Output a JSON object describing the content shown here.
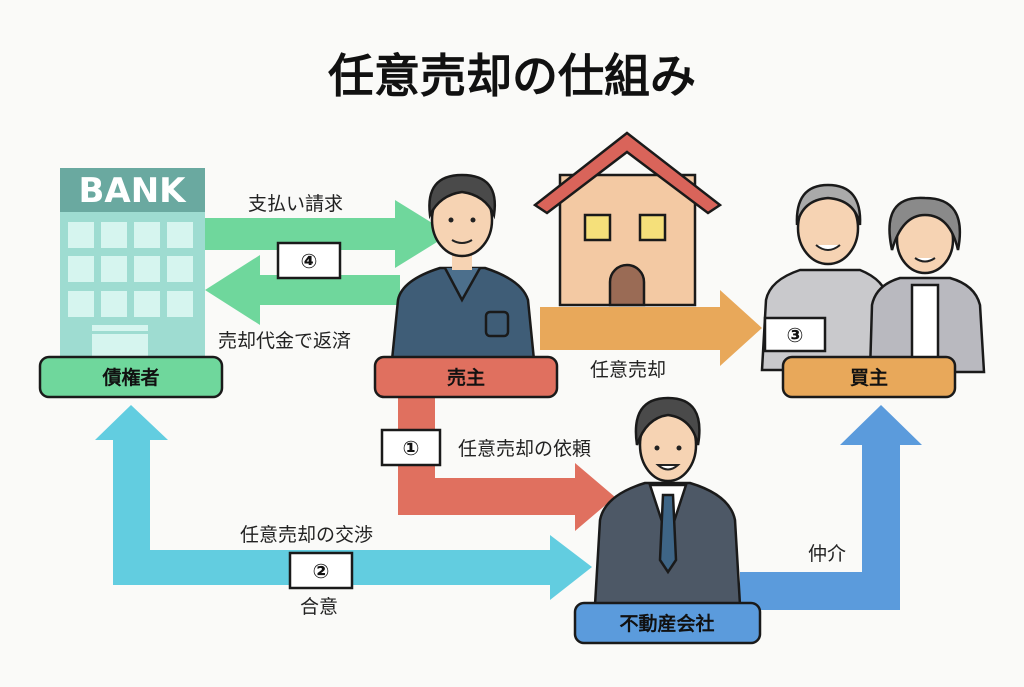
{
  "title": "任意売却の仕組み",
  "bank_sign": "BANK",
  "roles": {
    "creditor": "債権者",
    "seller": "売主",
    "buyer": "買主",
    "agency": "不動産会社"
  },
  "steps": {
    "s1": {
      "number": "①",
      "label": "任意売却の依頼"
    },
    "s2": {
      "number": "②",
      "label_top": "任意売却の交渉",
      "label_bottom": "合意"
    },
    "s3": {
      "number": "③",
      "label": "任意売却"
    },
    "s4": {
      "number": "④",
      "label_top": "支払い請求",
      "label_bottom": "売却代金で返済"
    },
    "mediation": "仲介"
  },
  "colors": {
    "green": "#6fd79c",
    "red": "#e0705f",
    "orange": "#e8a85a",
    "cyan": "#62cde0",
    "blue": "#5b9bdc",
    "bank": "#8fd0c5"
  }
}
